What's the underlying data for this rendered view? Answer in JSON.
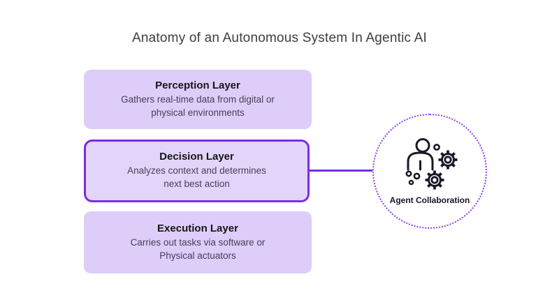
{
  "title": "Anatomy of an Autonomous System In Agentic AI",
  "layers": [
    {
      "name": "Perception Layer",
      "description": "Gathers real-time data from digital or\nphysical environments",
      "highlighted": false
    },
    {
      "name": "Decision Layer",
      "description": "Analyzes context and determines\nnext best action",
      "highlighted": true
    },
    {
      "name": "Execution Layer",
      "description": "Carries out tasks via software or\nPhysical actuators",
      "highlighted": false
    }
  ],
  "agent_collaboration": {
    "label": "Agent Collaboration",
    "icon": "person-with-gears-icon"
  },
  "colors": {
    "box_fill": "#ddcdf8",
    "highlight_fill": "#e2d5f9",
    "highlight_border": "#7a2de0",
    "connector": "#7a2de0",
    "circle_border": "#8a3ef2",
    "icon_stroke": "#181828",
    "title_text": "#3e3e3e",
    "heading_text": "#161616",
    "body_text": "#473e57"
  }
}
